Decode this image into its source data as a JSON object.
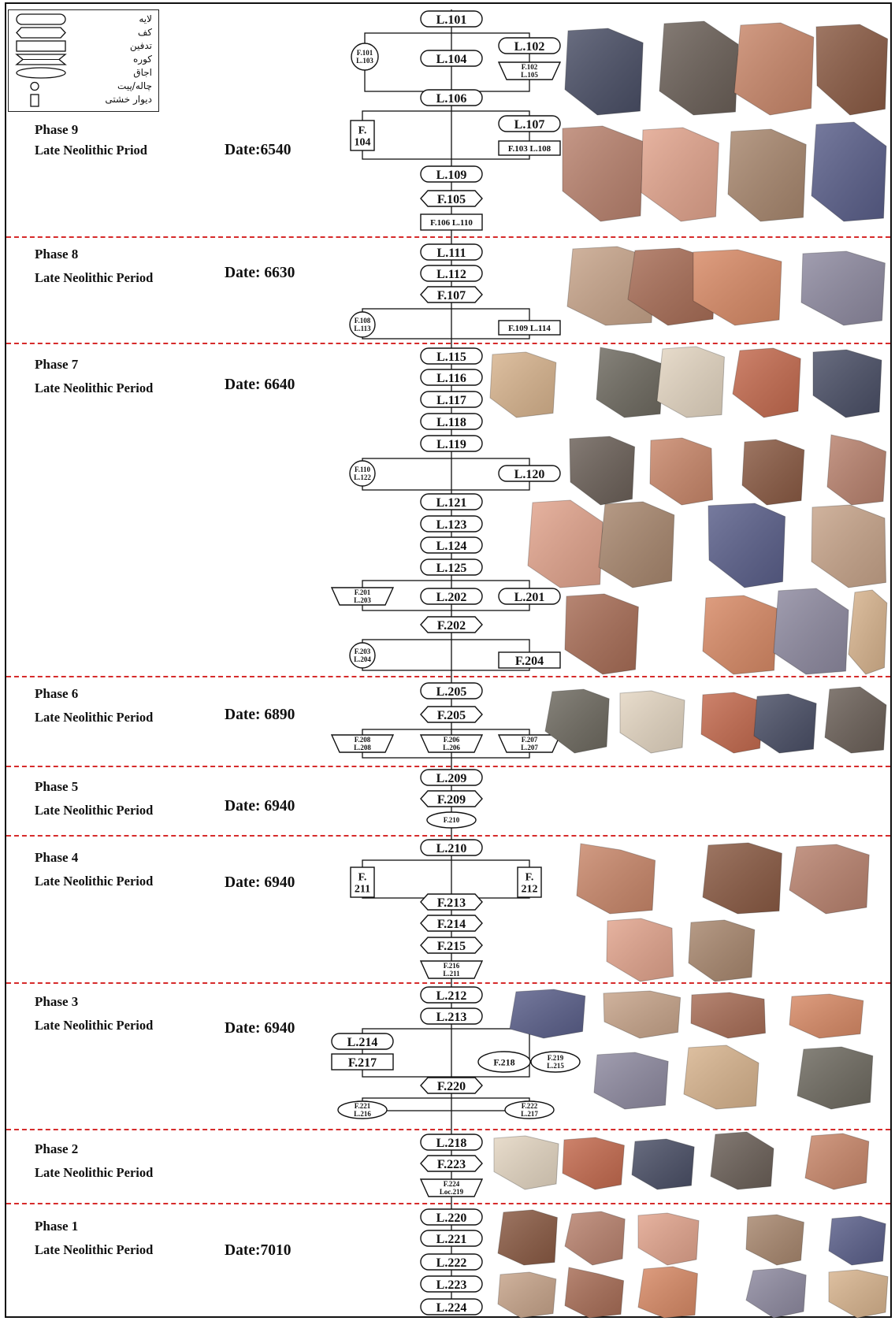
{
  "legend": {
    "items": [
      {
        "label": "لایه",
        "shape": "rounded-rect"
      },
      {
        "label": "کف",
        "shape": "hexagon"
      },
      {
        "label": "تدفین",
        "shape": "rectangle"
      },
      {
        "label": "کوره",
        "shape": "double-hexagon"
      },
      {
        "label": "اجاق",
        "shape": "ellipse"
      },
      {
        "label": "چاله/پیت",
        "shape": "small-circle"
      },
      {
        "label": "دیوار خشتی",
        "shape": "small-rectangle"
      }
    ]
  },
  "phases": [
    {
      "name": "Phase 9",
      "period": "Late Neolithic Priod",
      "date": "Date:6540"
    },
    {
      "name": "Phase 8",
      "period": "Late Neolithic Period",
      "date": "Date: 6630"
    },
    {
      "name": "Phase 7",
      "period": "Late Neolithic Period",
      "date": "Date: 6640"
    },
    {
      "name": "Phase 6",
      "period": "Late Neolithic Period",
      "date": "Date: 6890"
    },
    {
      "name": "Phase 5",
      "period": "Late Neolithic Period",
      "date": "Date: 6940"
    },
    {
      "name": "Phase 4",
      "period": "Late Neolithic Period",
      "date": "Date: 6940"
    },
    {
      "name": "Phase 3",
      "period": "Late Neolithic Period",
      "date": "Date: 6940"
    },
    {
      "name": "Phase 2",
      "period": "Late Neolithic Period",
      "date": ""
    },
    {
      "name": "Phase 1",
      "period": "Late Neolithic Period",
      "date": "Date:7010"
    }
  ],
  "nodes": [
    {
      "id": "n1",
      "label": "L.101"
    },
    {
      "id": "n2",
      "label": "L.104"
    },
    {
      "id": "n3",
      "label": "F.101\nL.103"
    },
    {
      "id": "n4",
      "label": "L.102"
    },
    {
      "id": "n5",
      "label": "F.102\nL.105"
    },
    {
      "id": "n6",
      "label": "L.106"
    },
    {
      "id": "n7",
      "label": "F.\n104"
    },
    {
      "id": "n8",
      "label": "L.107"
    },
    {
      "id": "n9",
      "label": "F.103  L.108"
    },
    {
      "id": "n10",
      "label": "L.109"
    },
    {
      "id": "n11",
      "label": "F.105"
    },
    {
      "id": "n12",
      "label": "F.106  L.110"
    },
    {
      "id": "n13",
      "label": "L.111"
    },
    {
      "id": "n14",
      "label": "L.112"
    },
    {
      "id": "n15",
      "label": "F.107"
    },
    {
      "id": "n16",
      "label": "F.108\nL.113"
    },
    {
      "id": "n17",
      "label": "F.109  L.114"
    },
    {
      "id": "n18",
      "label": "L.115"
    },
    {
      "id": "n19",
      "label": "L.116"
    },
    {
      "id": "n20",
      "label": "L.117"
    },
    {
      "id": "n21",
      "label": "L.118"
    },
    {
      "id": "n22",
      "label": "L.119"
    },
    {
      "id": "n23",
      "label": "F.110\nL.122"
    },
    {
      "id": "n24",
      "label": "L.120"
    },
    {
      "id": "n25",
      "label": "L.121"
    },
    {
      "id": "n26",
      "label": "L.123"
    },
    {
      "id": "n27",
      "label": "L.124"
    },
    {
      "id": "n28",
      "label": "L.125"
    },
    {
      "id": "n29",
      "label": "F.201\nL.203"
    },
    {
      "id": "n30",
      "label": "L.202"
    },
    {
      "id": "n31",
      "label": "L.201"
    },
    {
      "id": "n32",
      "label": "F.202"
    },
    {
      "id": "n33",
      "label": "F.203\nL.204"
    },
    {
      "id": "n34",
      "label": "F.204"
    },
    {
      "id": "n35",
      "label": "L.205"
    },
    {
      "id": "n36",
      "label": "F.205"
    },
    {
      "id": "n37",
      "label": "F.208\nL.208"
    },
    {
      "id": "n38",
      "label": "F.206\nL.206"
    },
    {
      "id": "n39",
      "label": "F.207\nL.207"
    },
    {
      "id": "n40",
      "label": "L.209"
    },
    {
      "id": "n41",
      "label": "F.209"
    },
    {
      "id": "n42",
      "label": "F.210"
    },
    {
      "id": "n43",
      "label": "L.210"
    },
    {
      "id": "n44",
      "label": "F.\n211"
    },
    {
      "id": "n45",
      "label": "F.\n212"
    },
    {
      "id": "n46",
      "label": "F.213"
    },
    {
      "id": "n47",
      "label": "F.214"
    },
    {
      "id": "n48",
      "label": "F.215"
    },
    {
      "id": "n49",
      "label": "F.216\nL.211"
    },
    {
      "id": "n50",
      "label": "L.212"
    },
    {
      "id": "n51",
      "label": "L.213"
    },
    {
      "id": "n52",
      "label": "L.214"
    },
    {
      "id": "n53",
      "label": "F.217"
    },
    {
      "id": "n54",
      "label": "F.218"
    },
    {
      "id": "n55",
      "label": "F.219\nL.215"
    },
    {
      "id": "n56",
      "label": "F.220"
    },
    {
      "id": "n57",
      "label": "F.221\nL.216"
    },
    {
      "id": "n58",
      "label": "F.222\nL.217"
    },
    {
      "id": "n59",
      "label": "L.218"
    },
    {
      "id": "n60",
      "label": "F.223"
    },
    {
      "id": "n61",
      "label": "F.224\nLoc.219"
    },
    {
      "id": "n62",
      "label": "L.220"
    },
    {
      "id": "n63",
      "label": "L.221"
    },
    {
      "id": "n64",
      "label": "L.222"
    },
    {
      "id": "n65",
      "label": "L.223"
    },
    {
      "id": "n66",
      "label": "L.224"
    }
  ],
  "colors": {
    "divider": "#d62b2b",
    "line": "#111111"
  },
  "sherd_palette": [
    "#4a4f66",
    "#6b6058",
    "#c9876a",
    "#8a5a43",
    "#b9826e",
    "#e2a48d",
    "#a8876e",
    "#5a5f8a",
    "#c7a48a",
    "#a86d56",
    "#d88a66",
    "#8e8aa0",
    "#d8b48e",
    "#6e6a60",
    "#e4d6c2",
    "#c46a4e"
  ]
}
